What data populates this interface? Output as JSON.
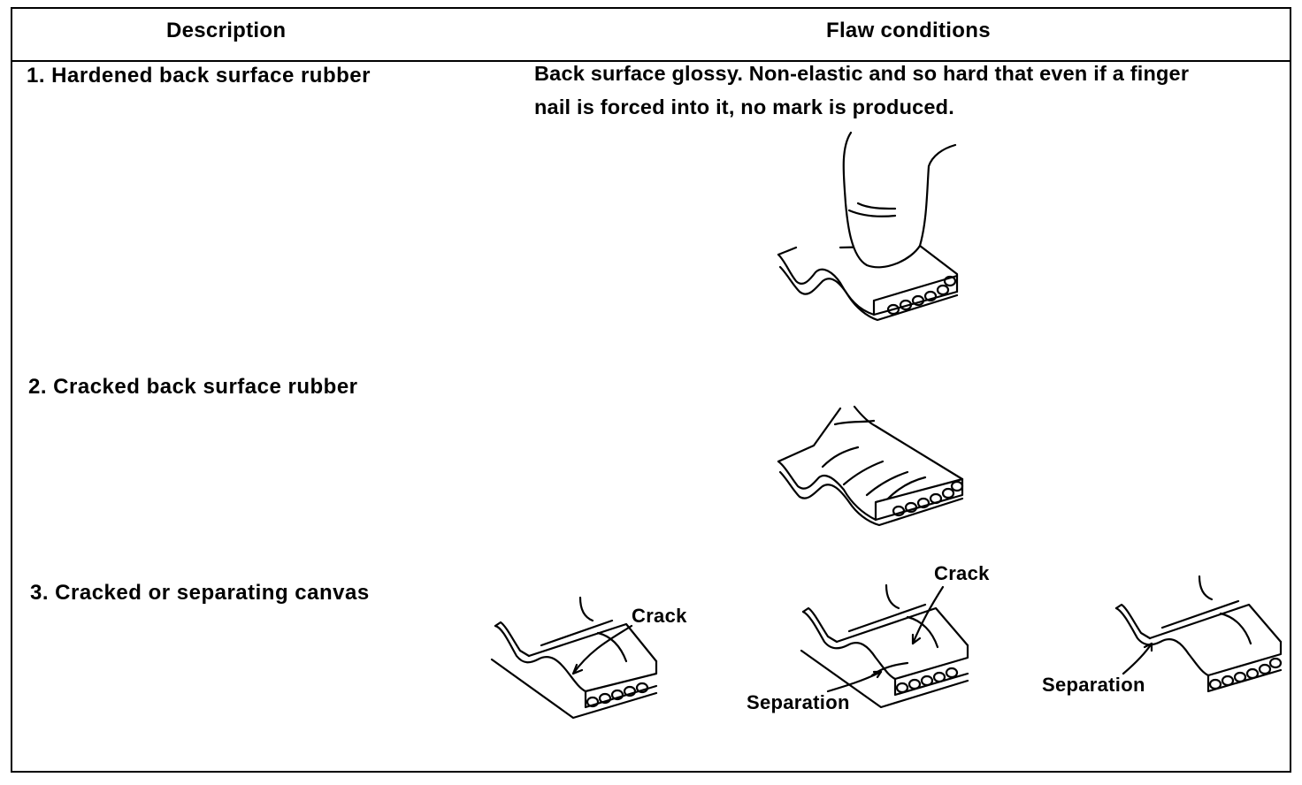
{
  "table": {
    "headers": {
      "description": "Description",
      "flaw_conditions": "Flaw conditions"
    },
    "rows": [
      {
        "description": "1. Hardened back surface rubber",
        "flaw_text_line1": "Back surface glossy. Non-elastic and so hard that even if a finger",
        "flaw_text_line2": "nail is forced into it, no mark is produced.",
        "illustration": "finger-pressing-belt-illustration"
      },
      {
        "description": "2. Cracked back surface rubber",
        "illustration": "cracked-belt-illustration"
      },
      {
        "description": "3. Cracked or separating canvas",
        "illustrations": [
          {
            "name": "cracked-canvas-belt",
            "labels": [
              "Crack"
            ]
          },
          {
            "name": "cracked-and-separating-belt",
            "labels": [
              "Crack",
              "Separation"
            ]
          },
          {
            "name": "separating-canvas-belt",
            "labels": [
              "Separation"
            ]
          }
        ]
      }
    ]
  }
}
